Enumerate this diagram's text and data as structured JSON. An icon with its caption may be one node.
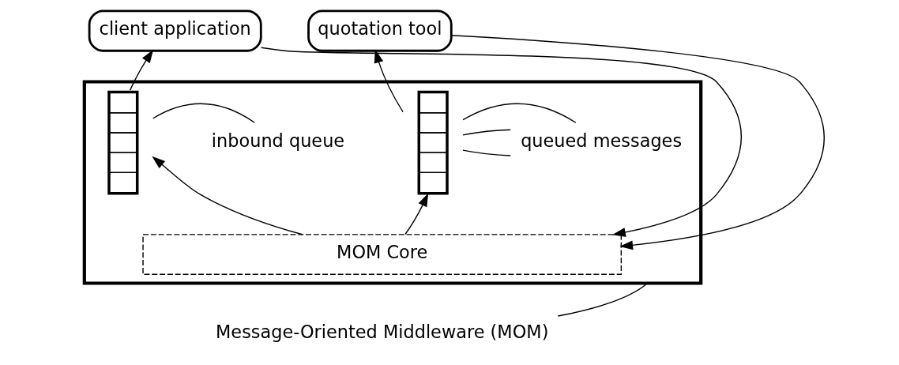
{
  "diagram": {
    "nodes": [
      {
        "text": [
          "client application"
        ]
      },
      {
        "text": [
          "quotation tool"
        ]
      },
      {
        "text": [],
        "shape": "box"
      },
      {
        "text": [
          "Message-Oriented Middleware (MOM)"
        ]
      },
      {
        "text": [],
        "shape": "queue",
        "in": 2
      },
      {
        "text": [],
        "shape": "queue",
        "in": 2
      },
      {
        "text": [
          "MOM Core"
        ],
        "in": 2
      },
      {
        "text": [
          "inbound queue"
        ],
        "in": 2
      },
      {
        "text": [
          "queued messages"
        ],
        "in": 2
      }
    ],
    "edges": [
      {
        "from": 0,
        "to": 6,
        "arrow": "to"
      },
      {
        "from": 4,
        "to": 0,
        "arrow": "to"
      },
      {
        "from": 6,
        "to": 4,
        "arrow": "to"
      },
      {
        "from": 1,
        "to": 6,
        "arrow": "to"
      },
      {
        "from": 5,
        "to": 1,
        "arrow": "to"
      },
      {
        "from": 6,
        "to": 5,
        "arrow": "to"
      },
      {
        "from": 7,
        "to": 4,
        "arrow": "none"
      },
      {
        "from": 8,
        "to": 5,
        "arrow": "none"
      },
      {
        "from": 8,
        "to": 5,
        "arrow": "none"
      },
      {
        "from": 8,
        "to": 5,
        "arrow": "none"
      },
      {
        "from": 3,
        "to": 2,
        "arrow": "none"
      }
    ]
  }
}
